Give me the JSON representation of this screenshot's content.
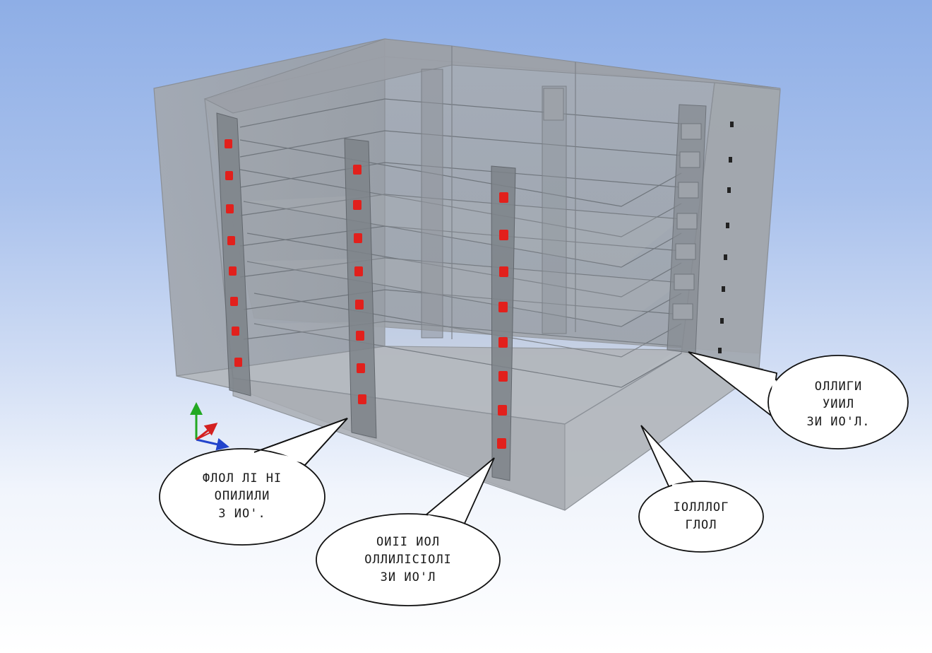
{
  "callouts": {
    "left": "ФЛОЛ ЛІ НІ\nОПИЛИЛИ\n3 ИО'.",
    "center": "ОИІІ ИОЛ\nОЛЛИЛІСІОЛІ\nЗИ ИО'Л",
    "right": "ОЛЛИГИ\nУИИЛ\nЗИ ИО'Л.",
    "floor": "ІОЛЛЛОГ\nГЛОЛ"
  },
  "colors": {
    "marker": "#e2201c",
    "wall": "#9ea3aa",
    "column": "#7d8288",
    "axis_x": "#d42020",
    "axis_y": "#22a822",
    "axis_z": "#2244cc"
  }
}
